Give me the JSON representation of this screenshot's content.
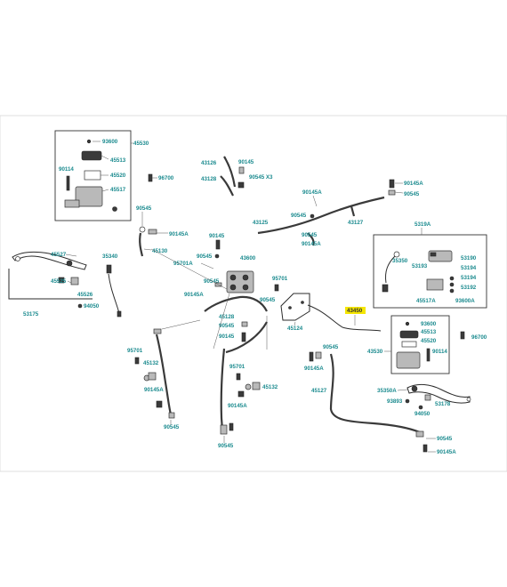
{
  "labels": {
    "l93600a": "93600",
    "l45530": "45530",
    "l45513a": "45513",
    "l90114a": "90114",
    "l45520a": "45520",
    "l45517": "45517",
    "l96700a": "96700",
    "l90545a": "90545",
    "l90145Aa": "90145A",
    "l45130": "45130",
    "l45527": "45527",
    "l35340": "35340",
    "l45525": "45525",
    "l45526": "45526",
    "l94050a": "94050",
    "l53175": "53175",
    "l43126": "43126",
    "l90145a": "90145",
    "l43128": "43128",
    "l90545X3": "90545 X3",
    "l90145Ab": "90145A",
    "l90545b": "90545",
    "l43125": "43125",
    "l90145Ac": "90145A",
    "l90545c": "90545",
    "l43127": "43127",
    "l90145Ad": "90145A",
    "l90545d": "90545",
    "l90145b": "90145",
    "l90545e": "90545",
    "l43600": "43600",
    "l95701Aa": "95701A",
    "l90545f": "90545",
    "l90145Ae": "90145A",
    "l95701a": "95701",
    "l90545g": "90545",
    "l45128": "45128",
    "l90545h": "90545",
    "l90145c": "90145",
    "l45124": "45124",
    "l5319A": "5319A",
    "l53190": "53190",
    "l53193": "53193",
    "l53194a": "53194",
    "l53194b": "53194",
    "l53192": "53192",
    "l45517A": "45517A",
    "l93600A": "93600A",
    "l35350": "35350",
    "l43450": "43450",
    "l93600b": "93600",
    "l45513b": "45513",
    "l45520b": "45520",
    "l43530": "43530",
    "l90114b": "90114",
    "l96700b": "96700",
    "l95701b": "95701",
    "l45132a": "45132",
    "l90145Af": "90145A",
    "l90545i": "90545",
    "l95701c": "95701",
    "l45132b": "45132",
    "l90145Ag": "90145A",
    "l90545j": "90545",
    "l90545k": "90545",
    "l90145Ah": "90145A",
    "l45127": "45127",
    "l35350A": "35350A",
    "l93893": "93893",
    "l94050b": "94050",
    "l53178": "53178",
    "l90545l": "90545",
    "l90145Ai": "90145A"
  },
  "highlight_color": "#f5e600",
  "label_color": "#1a8a8e"
}
